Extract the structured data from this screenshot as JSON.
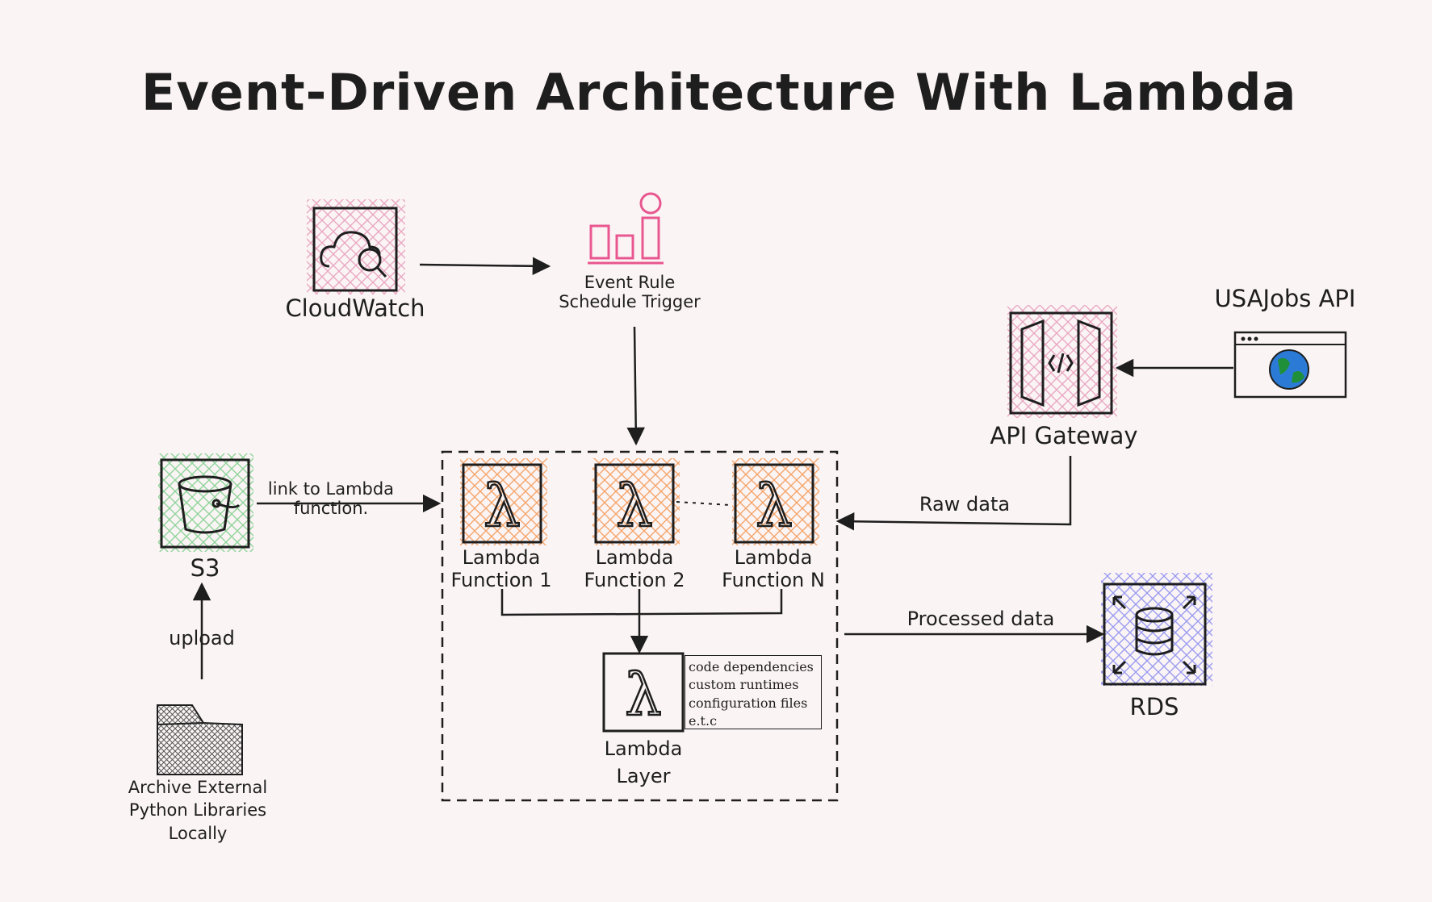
{
  "title": "Event-Driven Architecture With Lambda",
  "nodes": {
    "cloudwatch": "CloudWatch",
    "event_rule": [
      "Event Rule",
      "Schedule Trigger"
    ],
    "usajobs": "USAJobs API",
    "api_gateway": "API Gateway",
    "s3": "S3",
    "lambda1": [
      "Lambda",
      "Function 1"
    ],
    "lambda2": [
      "Lambda",
      "Function 2"
    ],
    "lambdaN": [
      "Lambda",
      "Function N"
    ],
    "layer": [
      "Lambda",
      "Layer"
    ],
    "layer_note": [
      "code dependencies",
      "custom runtimes",
      "configuration files",
      "e.t.c"
    ],
    "rds": "RDS",
    "archive": [
      "Archive External",
      "Python Libraries",
      "Locally"
    ]
  },
  "edges": {
    "s3_to_lambda": [
      "link to Lambda",
      "function."
    ],
    "upload": "upload",
    "raw_data": "Raw data",
    "processed_data": "Processed data"
  },
  "colors": {
    "pink": "#e9a8c2",
    "orange": "#f5a56a",
    "green": "#8fd49a",
    "blue": "#9a9cf0",
    "event_icon": "#e8578f",
    "stroke": "#1e1e1e"
  }
}
